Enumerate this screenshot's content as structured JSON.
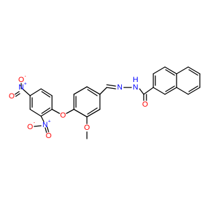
{
  "diagram": {
    "type": "chemical-structure",
    "colors": {
      "bond": "#000000",
      "oxygen": "#ff0000",
      "nitrogen": "#0000ff"
    },
    "atoms": [
      {
        "id": "nitro1-O-left",
        "symbol": "O",
        "color": "oxygen"
      },
      {
        "id": "nitro1-N",
        "symbol": "N",
        "color": "nitrogen",
        "charge": "+"
      },
      {
        "id": "nitro1-O-bottom",
        "symbol": "O",
        "color": "oxygen",
        "charge": "-"
      },
      {
        "id": "nitro2-N",
        "symbol": "N",
        "color": "nitrogen",
        "charge": "+"
      },
      {
        "id": "nitro2-O-left",
        "symbol": "O",
        "color": "oxygen",
        "charge": "-"
      },
      {
        "id": "nitro2-O-bottom",
        "symbol": "O",
        "color": "oxygen"
      },
      {
        "id": "ether-O",
        "symbol": "O",
        "color": "oxygen"
      },
      {
        "id": "methoxy-O",
        "symbol": "O",
        "color": "oxygen"
      },
      {
        "id": "imine-N",
        "symbol": "N",
        "color": "nitrogen"
      },
      {
        "id": "amide-N",
        "symbol": "N",
        "color": "nitrogen"
      },
      {
        "id": "amide-H",
        "symbol": "H",
        "color": "nitrogen"
      },
      {
        "id": "carbonyl-O",
        "symbol": "O",
        "color": "oxygen"
      }
    ]
  }
}
